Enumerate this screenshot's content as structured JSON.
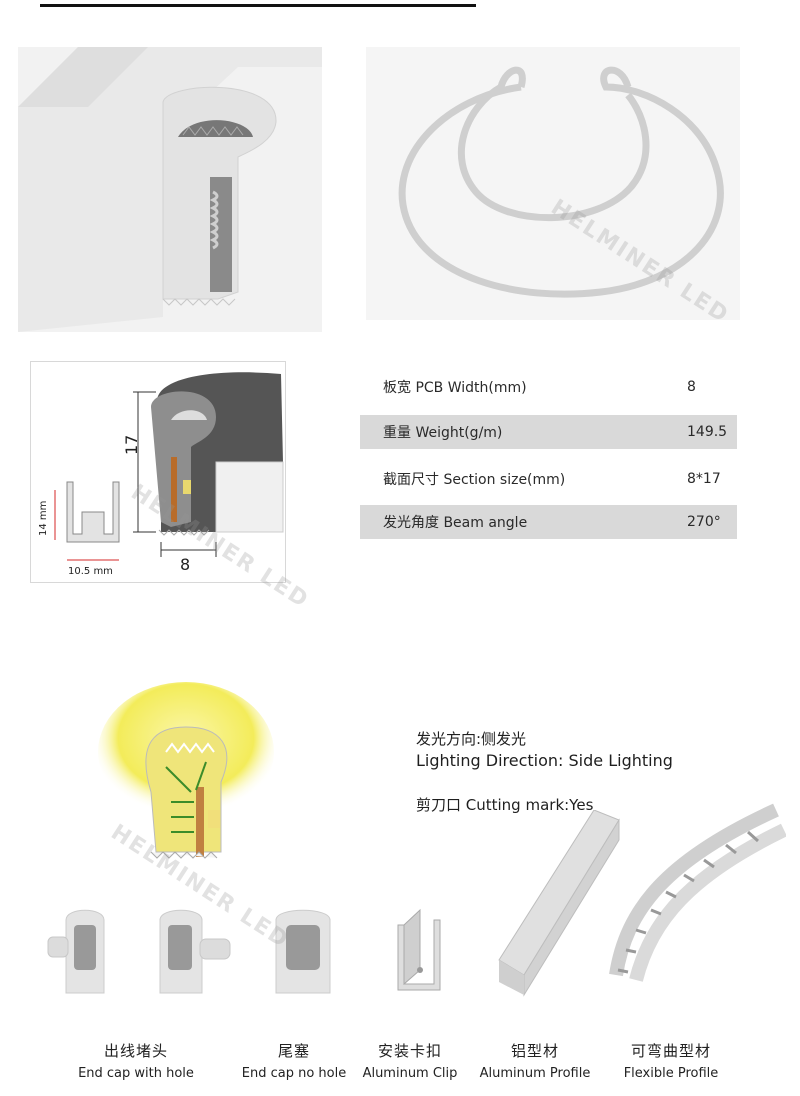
{
  "specs": [
    {
      "label": "板宽 PCB Width(mm)",
      "value": "8"
    },
    {
      "label": "重量 Weight(g/m)",
      "value": "149.5"
    },
    {
      "label": "截面尺寸 Section size(mm)",
      "value": "8*17"
    },
    {
      "label": "发光角度 Beam angle",
      "value": "270°"
    }
  ],
  "dimensions": {
    "height": "17",
    "width": "8",
    "clip_height": "14 mm",
    "clip_width": "10.5 mm"
  },
  "lighting": {
    "direction_zh": "发光方向:侧发光",
    "direction_en": "Lighting Direction: Side Lighting",
    "cutting": "剪刀口 Cutting mark:Yes"
  },
  "accessories": [
    {
      "zh": "出线堵头",
      "en": "End cap with hole",
      "icon": "end-cap-with-hole"
    },
    {
      "zh": "尾塞",
      "en": "End cap no hole",
      "icon": "end-cap-no-hole"
    },
    {
      "zh": "安装卡扣",
      "en": "Aluminum Clip",
      "icon": "aluminum-clip"
    },
    {
      "zh": "铝型材",
      "en": "Aluminum Profile",
      "icon": "aluminum-profile"
    },
    {
      "zh": "可弯曲型材",
      "en": "Flexible Profile",
      "icon": "flexible-profile"
    }
  ],
  "watermark": "HELMINER LED",
  "colors": {
    "glow": "#f3ec5a",
    "arrow": "#3c8c2a",
    "dimension": "#d62828",
    "silicone": "#e6e6e6"
  }
}
